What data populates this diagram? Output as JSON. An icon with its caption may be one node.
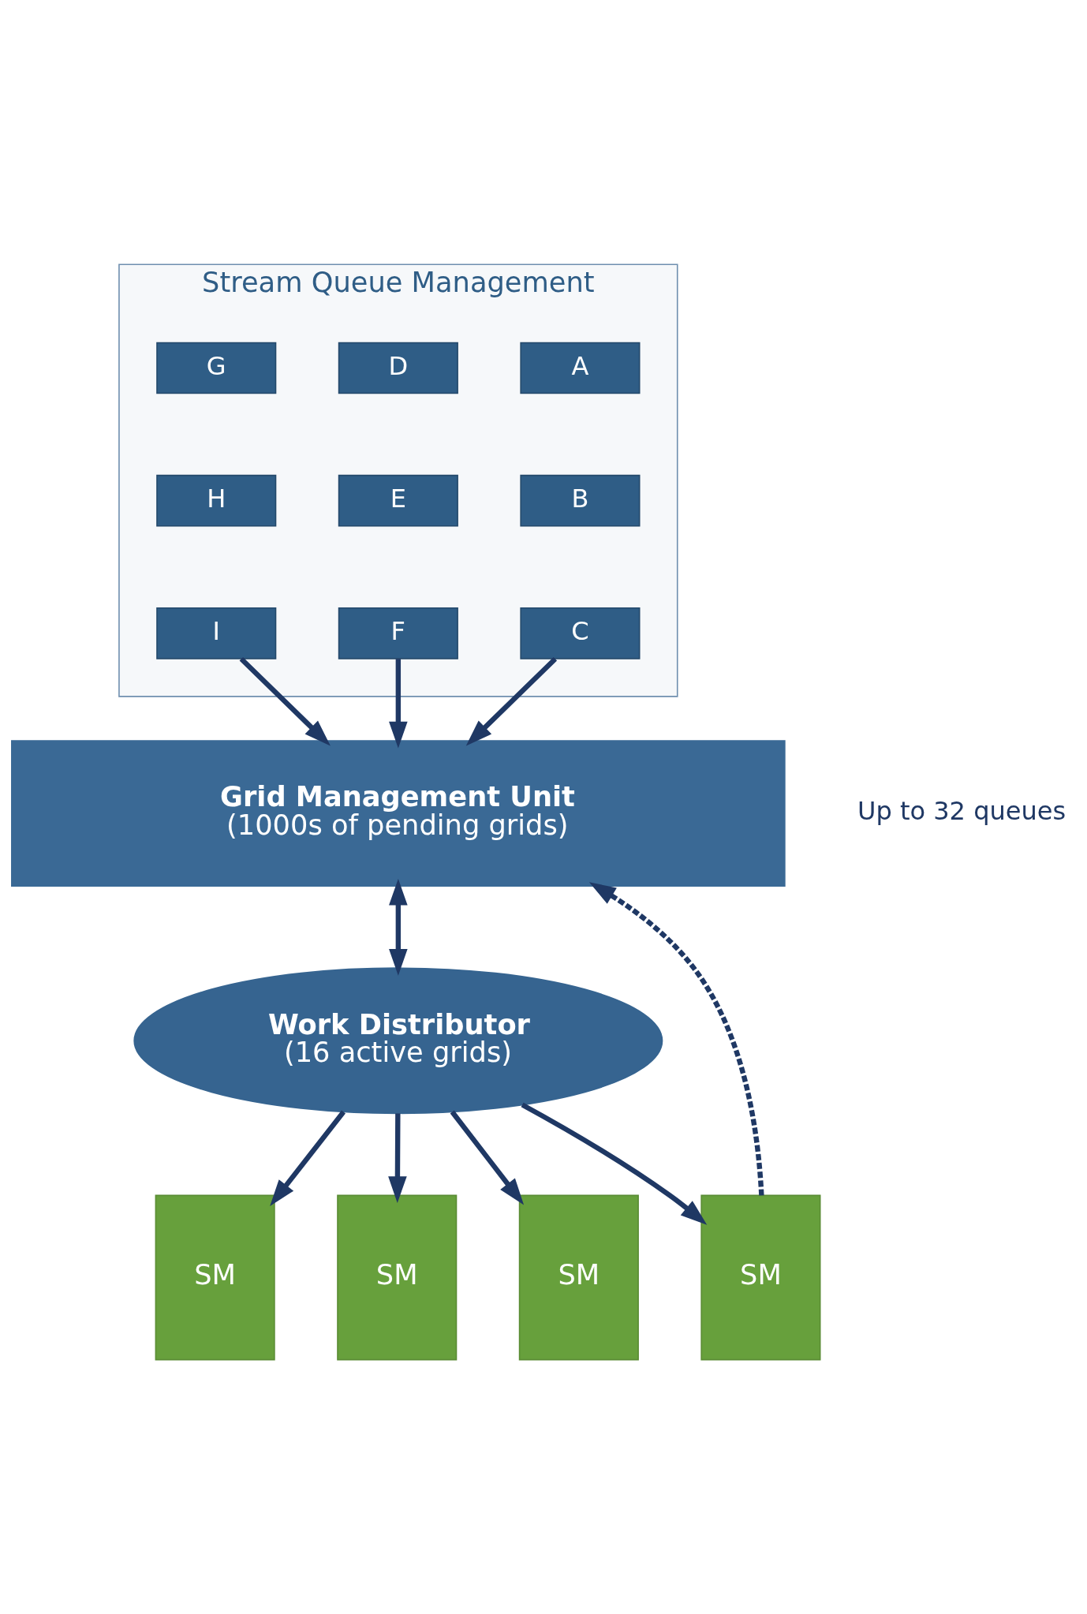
{
  "diagram": {
    "nodes": [
      {
        "text": [
          "Stream Queue Management"
        ]
      },
      {
        "text": [
          "A"
        ],
        "in": 0
      },
      {
        "text": [
          "B"
        ],
        "in": 0
      },
      {
        "text": [
          "C"
        ],
        "in": 0
      },
      {
        "text": [
          "D"
        ],
        "in": 0
      },
      {
        "text": [
          "E"
        ],
        "in": 0
      },
      {
        "text": [
          "F"
        ],
        "in": 0
      },
      {
        "text": [
          "G"
        ],
        "in": 0
      },
      {
        "text": [
          "H"
        ],
        "in": 0
      },
      {
        "text": [
          "I"
        ],
        "in": 0
      },
      {
        "text": [
          "Grid Management Unit",
          "(1000s of pending grids)"
        ]
      },
      {
        "text": [
          "Work Distributor",
          "(16 active grids)"
        ]
      },
      {
        "text": [
          "SM"
        ]
      },
      {
        "text": [
          "SM"
        ]
      },
      {
        "text": [
          "SM"
        ]
      },
      {
        "text": [
          "SM"
        ]
      }
    ],
    "edges": [
      {
        "from": 3,
        "to": 10,
        "arrow": "to"
      },
      {
        "from": 6,
        "to": 10,
        "arrow": "to"
      },
      {
        "from": 9,
        "to": 10,
        "arrow": "to"
      },
      {
        "from": 10,
        "to": 11,
        "arrow": "both"
      },
      {
        "from": 11,
        "to": 12,
        "arrow": "to"
      },
      {
        "from": 11,
        "to": 13,
        "arrow": "to"
      },
      {
        "from": 11,
        "to": 14,
        "arrow": "to"
      },
      {
        "from": 11,
        "to": 15,
        "arrow": "to"
      },
      {
        "from": 15,
        "to": 10,
        "arrow": "to",
        "style": "dashed"
      }
    ],
    "labels": [
      "Up to 32 queues"
    ]
  }
}
